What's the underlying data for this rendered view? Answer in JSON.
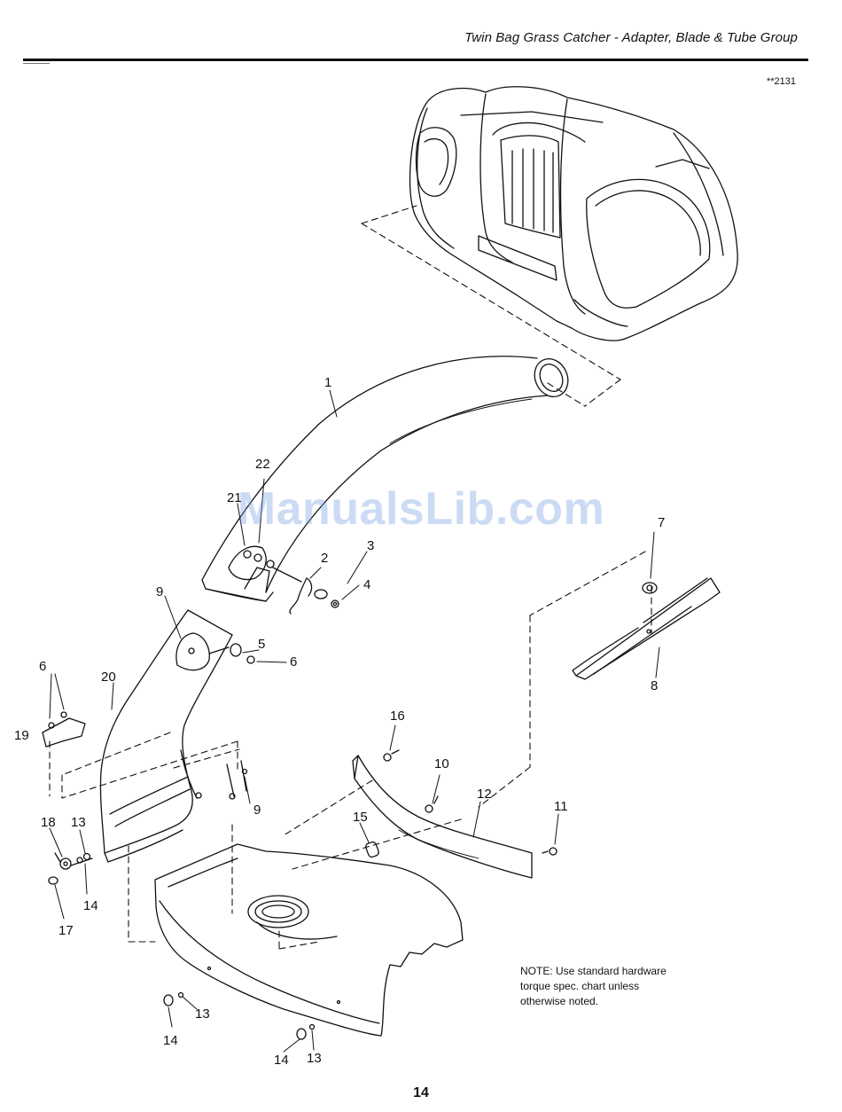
{
  "header": {
    "title": "Twin Bag Grass Catcher - Adapter, Blade & Tube Group",
    "ref_code": "**2131"
  },
  "watermark": "ManualsLib.com",
  "callouts": [
    {
      "id": "c1",
      "label": "1"
    },
    {
      "id": "c2",
      "label": "2"
    },
    {
      "id": "c3",
      "label": "3"
    },
    {
      "id": "c4",
      "label": "4"
    },
    {
      "id": "c5",
      "label": "5"
    },
    {
      "id": "c6a",
      "label": "6"
    },
    {
      "id": "c6b",
      "label": "6"
    },
    {
      "id": "c7",
      "label": "7"
    },
    {
      "id": "c8",
      "label": "8"
    },
    {
      "id": "c9a",
      "label": "9"
    },
    {
      "id": "c9b",
      "label": "9"
    },
    {
      "id": "c10",
      "label": "10"
    },
    {
      "id": "c11",
      "label": "11"
    },
    {
      "id": "c12",
      "label": "12"
    },
    {
      "id": "c13a",
      "label": "13"
    },
    {
      "id": "c13b",
      "label": "13"
    },
    {
      "id": "c13c",
      "label": "13"
    },
    {
      "id": "c14a",
      "label": "14"
    },
    {
      "id": "c14b",
      "label": "14"
    },
    {
      "id": "c14c",
      "label": "14"
    },
    {
      "id": "c15",
      "label": "15"
    },
    {
      "id": "c16",
      "label": "16"
    },
    {
      "id": "c17",
      "label": "17"
    },
    {
      "id": "c18",
      "label": "18"
    },
    {
      "id": "c19",
      "label": "19"
    },
    {
      "id": "c20",
      "label": "20"
    },
    {
      "id": "c21",
      "label": "21"
    },
    {
      "id": "c22",
      "label": "22"
    }
  ],
  "note": {
    "line1": "NOTE: Use standard hardware",
    "line2": "torque spec. chart unless",
    "line3": "otherwise noted."
  },
  "page_number": "14"
}
